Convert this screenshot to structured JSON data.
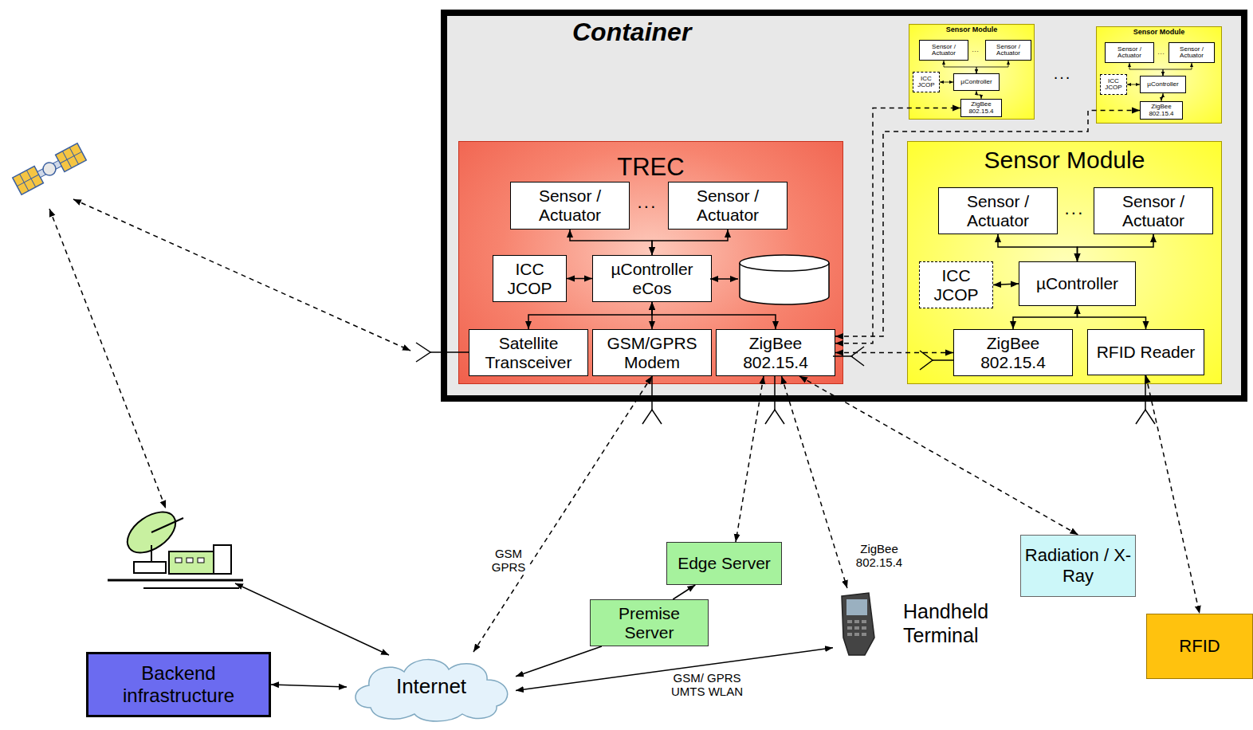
{
  "diagram": {
    "nodes": [
      {
        "text": [
          "Container"
        ]
      },
      {
        "text": [
          "TREC"
        ],
        "in": 0
      },
      {
        "text": [
          "Sensor / Actuator"
        ],
        "in": 1
      },
      {
        "text": [
          "Sensor / Actuator"
        ],
        "in": 1
      },
      {
        "text": [
          "ICC JCOP"
        ],
        "in": 1
      },
      {
        "text": [
          "µController eCos"
        ],
        "in": 1
      },
      {
        "text": [
          "Satellite Transceiver"
        ],
        "in": 1
      },
      {
        "text": [
          "GSM/GPRS Modem"
        ],
        "in": 1
      },
      {
        "text": [
          "ZigBee 802.15.4"
        ],
        "in": 1
      },
      {
        "text": [
          "Sensor Module"
        ],
        "in": 0
      },
      {
        "text": [
          "Sensor / Actuator"
        ],
        "in": 9
      },
      {
        "text": [
          "Sensor / Actuator"
        ],
        "in": 9
      },
      {
        "text": [
          "ICC JCOP"
        ],
        "in": 9
      },
      {
        "text": [
          "µController"
        ],
        "in": 9
      },
      {
        "text": [
          "ZigBee 802.15.4"
        ],
        "in": 9
      },
      {
        "text": [
          "Sensor Module"
        ],
        "in": 0
      },
      {
        "text": [
          "Sensor / Actuator"
        ],
        "in": 15
      },
      {
        "text": [
          "Sensor / Actuator"
        ],
        "in": 15
      },
      {
        "text": [
          "ICC JCOP"
        ],
        "in": 15
      },
      {
        "text": [
          "µController"
        ],
        "in": 15
      },
      {
        "text": [
          "ZigBee 802.15.4"
        ],
        "in": 15
      },
      {
        "text": [
          "Sensor Module"
        ],
        "in": 0
      },
      {
        "text": [
          "Sensor / Actuator"
        ],
        "in": 21
      },
      {
        "text": [
          "Sensor / Actuator"
        ],
        "in": 21
      },
      {
        "text": [
          "ICC JCOP"
        ],
        "in": 21
      },
      {
        "text": [
          "µController"
        ],
        "in": 21
      },
      {
        "text": [
          "ZigBee 802.15.4"
        ],
        "in": 21
      },
      {
        "text": [
          "RFID Reader"
        ],
        "in": 21
      },
      {
        "text": [
          "Backend infrastructure"
        ]
      },
      {
        "text": [
          "Internet"
        ]
      },
      {
        "text": [
          "Edge Server"
        ]
      },
      {
        "text": [
          "Premise Server"
        ]
      },
      {
        "text": [
          "Handheld Terminal"
        ]
      },
      {
        "text": [
          "Radiation / X-Ray"
        ]
      },
      {
        "text": [
          "RFID"
        ]
      }
    ],
    "edges": [
      {
        "from": 5,
        "to": 2,
        "arrow": "both"
      },
      {
        "from": 5,
        "to": 3,
        "arrow": "both"
      },
      {
        "from": 4,
        "to": 5,
        "arrow": "both"
      },
      {
        "from": 5,
        "to": 6,
        "arrow": "both"
      },
      {
        "from": 5,
        "to": 7,
        "arrow": "both"
      },
      {
        "from": 5,
        "to": 8,
        "arrow": "both"
      },
      {
        "from": 13,
        "to": 10,
        "arrow": "both"
      },
      {
        "from": 13,
        "to": 11,
        "arrow": "both"
      },
      {
        "from": 12,
        "to": 13,
        "arrow": "both"
      },
      {
        "from": 13,
        "to": 14,
        "arrow": "both"
      },
      {
        "from": 19,
        "to": 16,
        "arrow": "both"
      },
      {
        "from": 19,
        "to": 17,
        "arrow": "both"
      },
      {
        "from": 18,
        "to": 19,
        "arrow": "both"
      },
      {
        "from": 19,
        "to": 20,
        "arrow": "both"
      },
      {
        "from": 25,
        "to": 22,
        "arrow": "both"
      },
      {
        "from": 25,
        "to": 23,
        "arrow": "both"
      },
      {
        "from": 24,
        "to": 25,
        "arrow": "both"
      },
      {
        "from": 25,
        "to": 26,
        "arrow": "both"
      },
      {
        "from": 25,
        "to": 27,
        "arrow": "both"
      },
      {
        "from": 8,
        "to": 26,
        "arrow": "both"
      },
      {
        "from": 8,
        "to": 14,
        "arrow": "both"
      },
      {
        "from": 8,
        "to": 20,
        "arrow": "both"
      },
      {
        "from": 7,
        "to": 29,
        "label": "GSM GPRS",
        "arrow": "both"
      },
      {
        "from": 8,
        "to": 30,
        "arrow": "both"
      },
      {
        "from": 8,
        "to": 32,
        "label": "ZigBee 802.15.4",
        "arrow": "both"
      },
      {
        "from": 8,
        "to": 33,
        "arrow": "both"
      },
      {
        "from": 27,
        "to": 34,
        "arrow": "both"
      },
      {
        "from": 31,
        "to": 30,
        "arrow": "to"
      },
      {
        "from": 31,
        "to": 29,
        "arrow": "to"
      },
      {
        "from": 29,
        "to": 28,
        "arrow": "both"
      },
      {
        "from": 29,
        "to": 32,
        "label": "GSM/ GPRS UMTS WLAN",
        "arrow": "both"
      }
    ],
    "labels": [
      "...",
      "...",
      "...",
      "...",
      "..."
    ]
  }
}
